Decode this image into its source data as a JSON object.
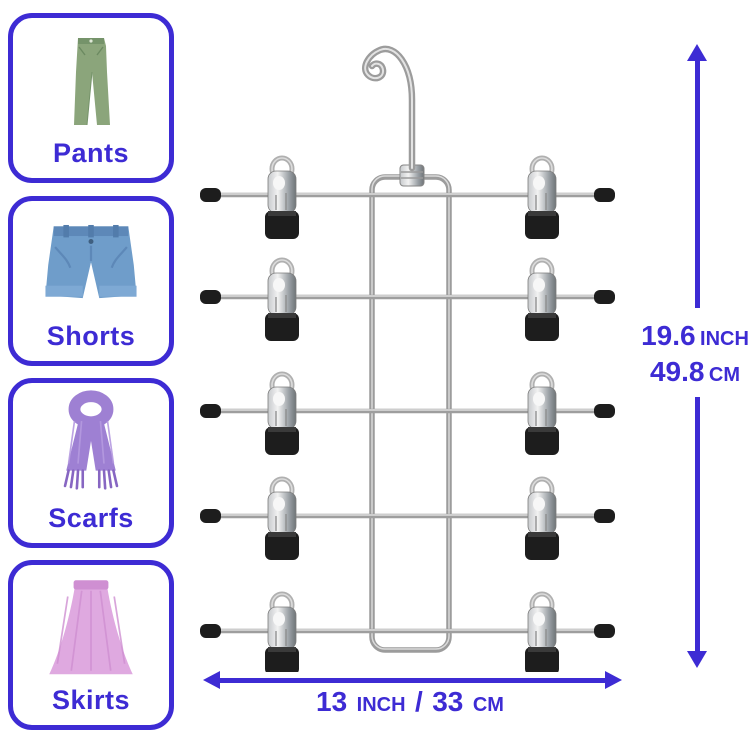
{
  "accent_color": "#3d2bd4",
  "background_color": "#ffffff",
  "sidebar": {
    "items": [
      {
        "label": "Pants",
        "icon": "pants-icon",
        "color": "#8ba57b"
      },
      {
        "label": "Shorts",
        "icon": "shorts-icon",
        "color": "#6f9dca"
      },
      {
        "label": "Scarfs",
        "icon": "scarf-icon",
        "color": "#9e80d3"
      },
      {
        "label": "Skirts",
        "icon": "skirt-icon",
        "color": "#dfa9e0"
      }
    ]
  },
  "product": {
    "depicted": "5-tier metal hanger with clips",
    "tiers": 5,
    "clips_per_tier": 2,
    "metal_color": "#a6a6a6",
    "clip_tip_color": "#1d1d1d"
  },
  "dimensions": {
    "height": {
      "value_inch": "19.6",
      "unit_inch": "INCH",
      "value_cm": "49.8",
      "unit_cm": "CM"
    },
    "width": {
      "value_inch": "13",
      "unit_inch": "INCH",
      "separator": "/",
      "value_cm": "33",
      "unit_cm": "CM"
    }
  }
}
